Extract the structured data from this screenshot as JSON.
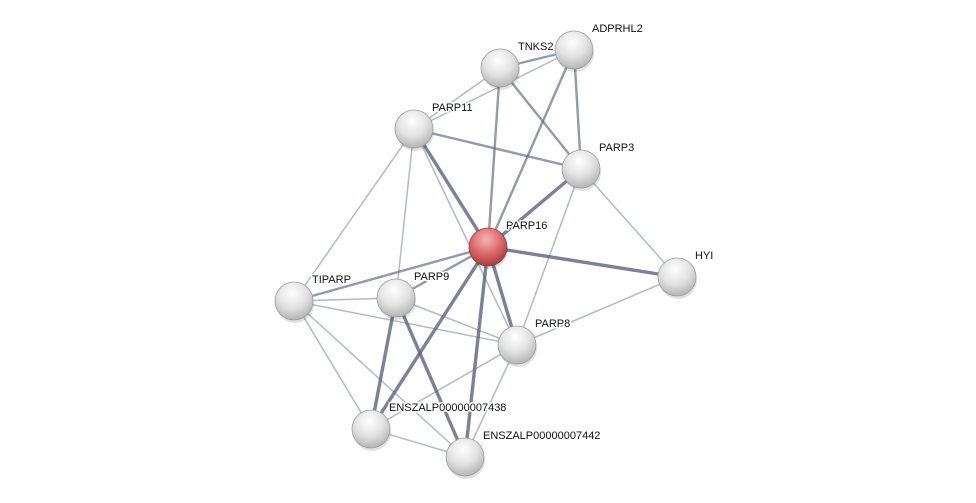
{
  "network": {
    "query_node": "PARP16",
    "colors": {
      "query": "#d9595c",
      "node": "#e6e6e6",
      "edge": "#5a6280"
    },
    "nodes": [
      "ADPRHL2",
      "TNKS2",
      "PARP11",
      "PARP3",
      "PARP16",
      "HYI",
      "TIPARP",
      "PARP9",
      "PARP8",
      "ENSZALP00000007438",
      "ENSZALP00000007442"
    ],
    "edges": [
      {
        "a": "TNKS2",
        "b": "ADPRHL2",
        "w": 2
      },
      {
        "a": "PARP11",
        "b": "TNKS2",
        "w": 1
      },
      {
        "a": "PARP11",
        "b": "ADPRHL2",
        "w": 1
      },
      {
        "a": "TNKS2",
        "b": "PARP16",
        "w": 2
      },
      {
        "a": "TNKS2",
        "b": "PARP3",
        "w": 2
      },
      {
        "a": "ADPRHL2",
        "b": "PARP16",
        "w": 2
      },
      {
        "a": "ADPRHL2",
        "b": "PARP3",
        "w": 2
      },
      {
        "a": "PARP11",
        "b": "PARP3",
        "w": 2
      },
      {
        "a": "PARP11",
        "b": "PARP16",
        "w": 3
      },
      {
        "a": "PARP11",
        "b": "TIPARP",
        "w": 1
      },
      {
        "a": "PARP11",
        "b": "PARP9",
        "w": 1
      },
      {
        "a": "PARP11",
        "b": "PARP8",
        "w": 1
      },
      {
        "a": "PARP3",
        "b": "PARP16",
        "w": 3
      },
      {
        "a": "PARP3",
        "b": "HYI",
        "w": 1
      },
      {
        "a": "PARP3",
        "b": "PARP8",
        "w": 1
      },
      {
        "a": "PARP16",
        "b": "HYI",
        "w": 3
      },
      {
        "a": "PARP16",
        "b": "TIPARP",
        "w": 2
      },
      {
        "a": "PARP16",
        "b": "PARP9",
        "w": 2
      },
      {
        "a": "PARP16",
        "b": "PARP8",
        "w": 3
      },
      {
        "a": "PARP16",
        "b": "ENSZALP00000007438",
        "w": 3
      },
      {
        "a": "PARP16",
        "b": "ENSZALP00000007442",
        "w": 3
      },
      {
        "a": "HYI",
        "b": "PARP8",
        "w": 1
      },
      {
        "a": "TIPARP",
        "b": "PARP9",
        "w": 1
      },
      {
        "a": "TIPARP",
        "b": "PARP8",
        "w": 1
      },
      {
        "a": "TIPARP",
        "b": "ENSZALP00000007438",
        "w": 1
      },
      {
        "a": "TIPARP",
        "b": "ENSZALP00000007442",
        "w": 1
      },
      {
        "a": "PARP9",
        "b": "PARP8",
        "w": 1
      },
      {
        "a": "PARP9",
        "b": "ENSZALP00000007438",
        "w": 3
      },
      {
        "a": "PARP9",
        "b": "ENSZALP00000007442",
        "w": 3
      },
      {
        "a": "PARP8",
        "b": "ENSZALP00000007438",
        "w": 1
      },
      {
        "a": "PARP8",
        "b": "ENSZALP00000007442",
        "w": 1
      },
      {
        "a": "ENSZALP00000007438",
        "b": "ENSZALP00000007442",
        "w": 1
      }
    ]
  }
}
